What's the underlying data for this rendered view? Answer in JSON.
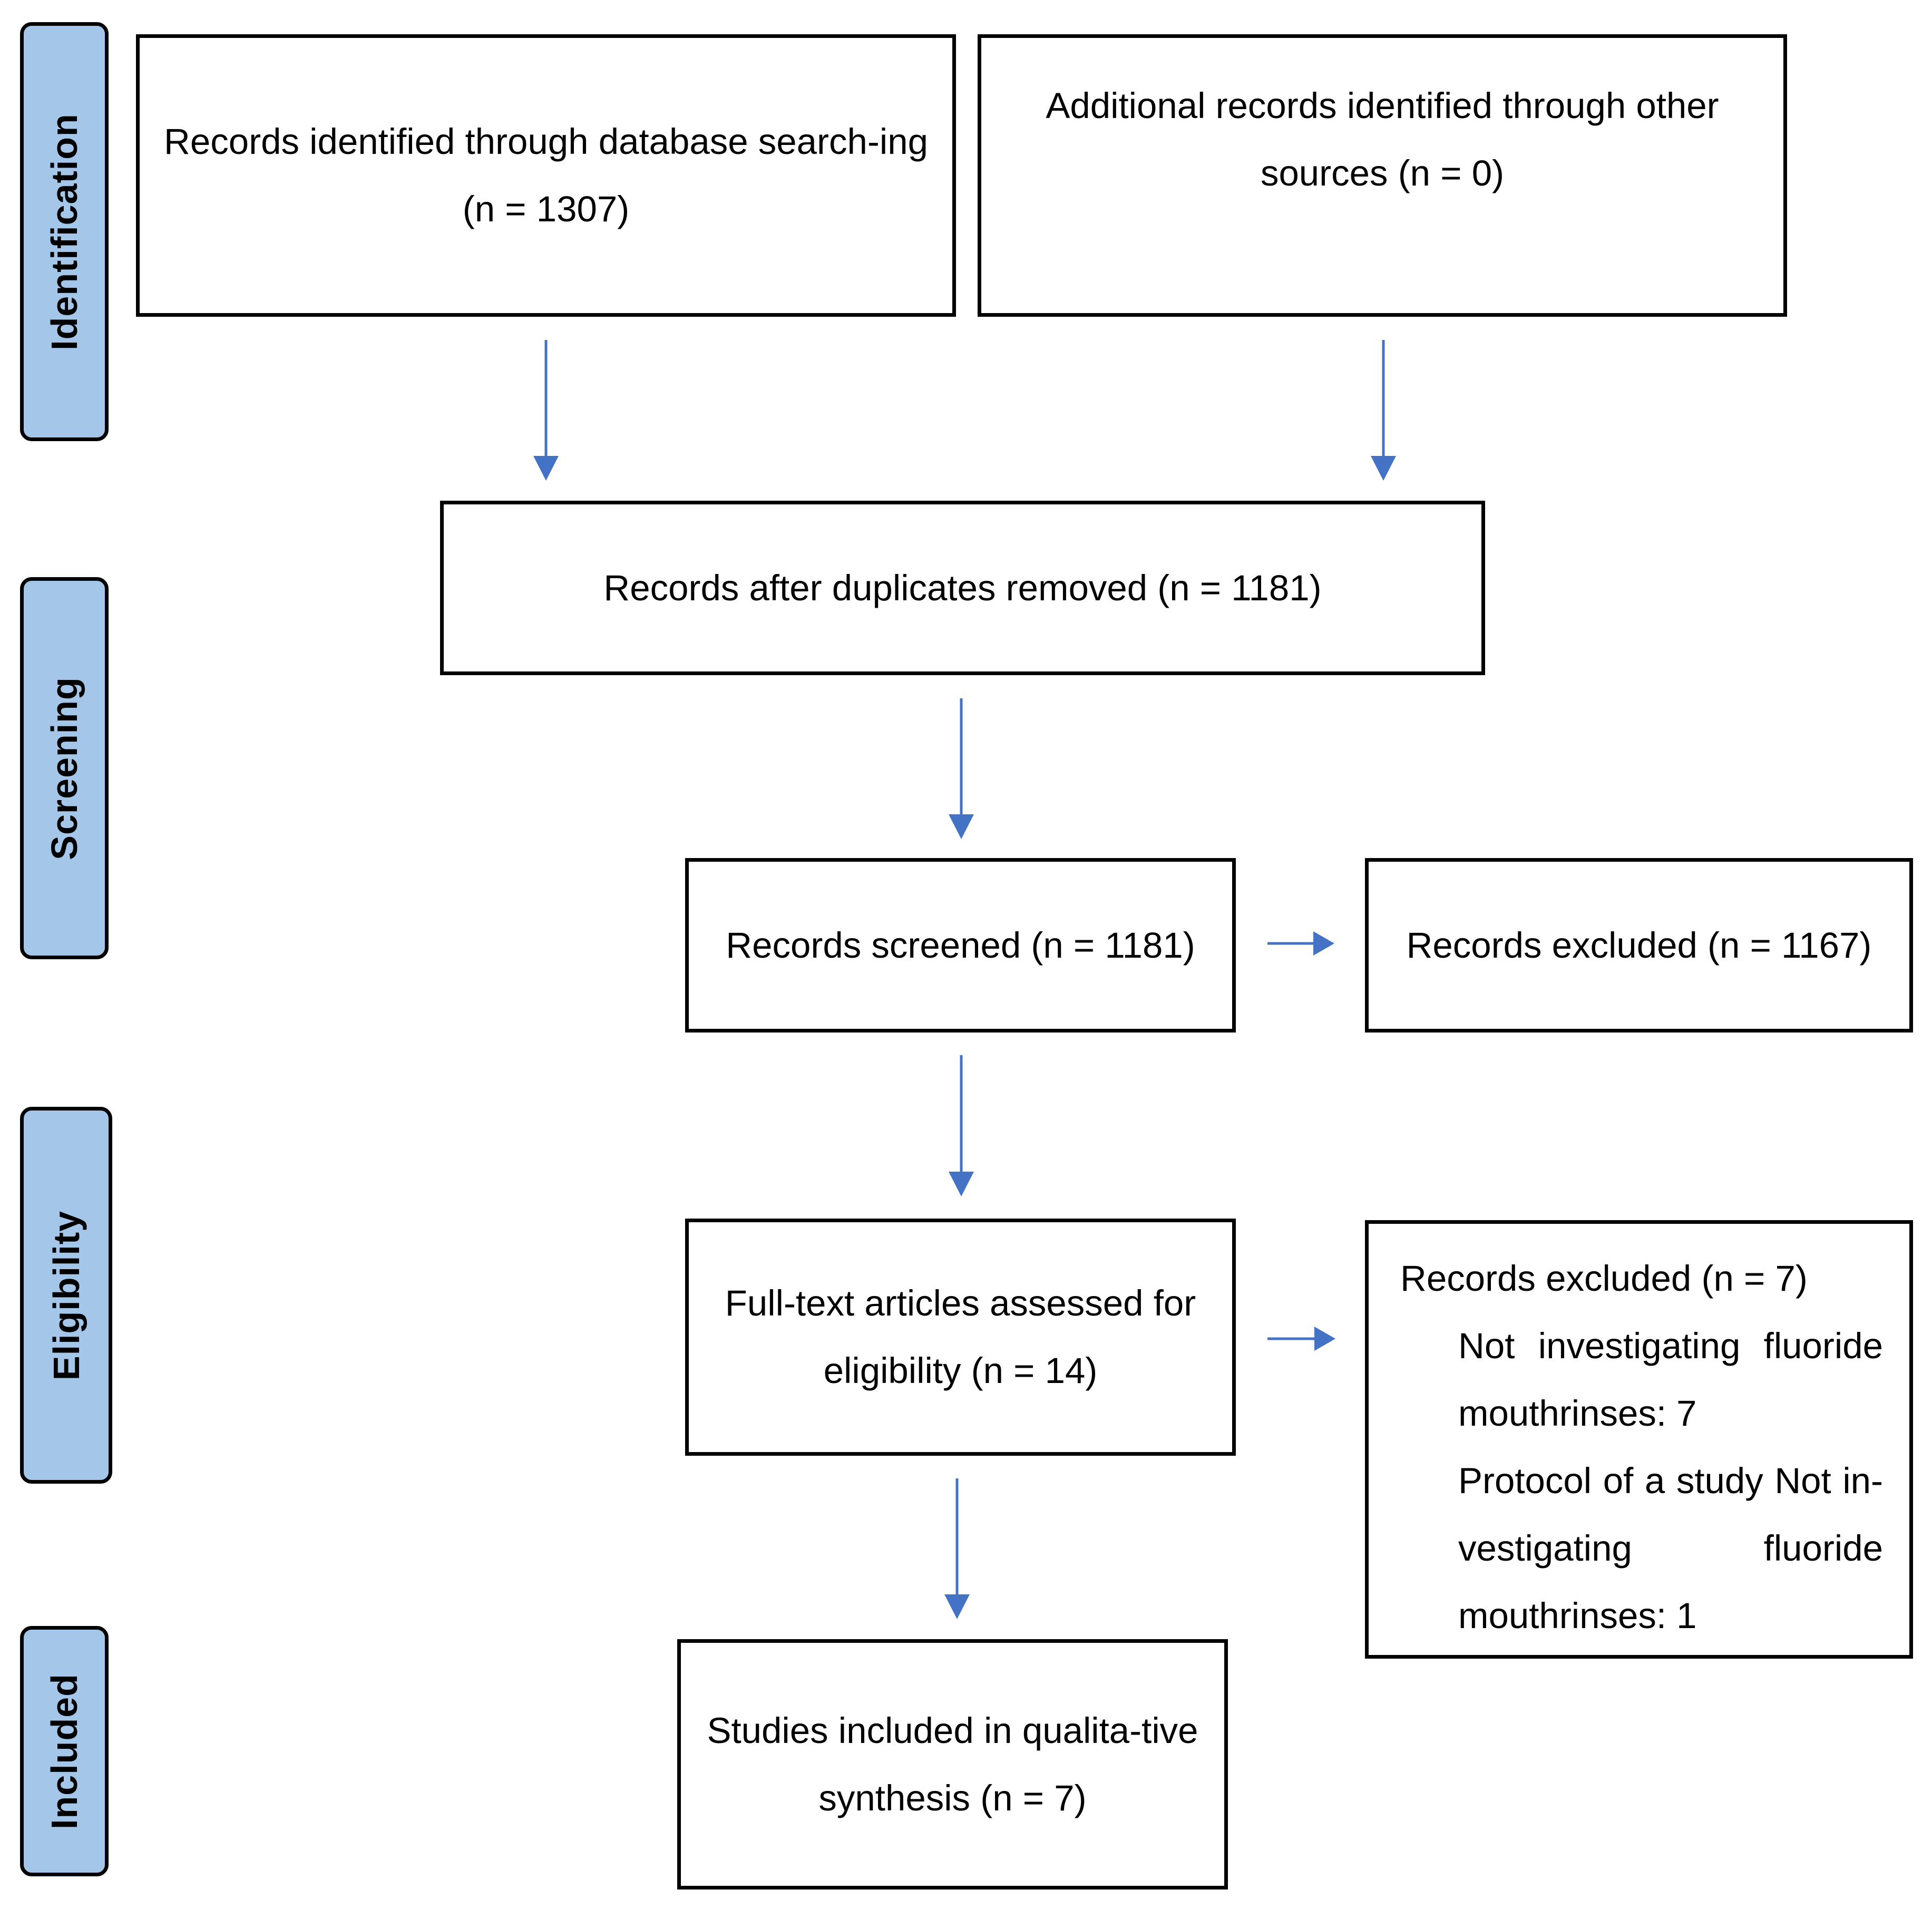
{
  "phases": {
    "identification": "Identification",
    "screening": "Screening",
    "eligibility": "Eligibility",
    "included": "Included"
  },
  "boxes": {
    "database_search": "Records identified through database search-ing (n = 1307)",
    "other_sources": "Additional records identified through other sources (n = 0)",
    "duplicates_removed": "Records after duplicates removed (n = 1181)",
    "screened": "Records screened (n = 1181)",
    "screened_excluded": "Records excluded (n = 1167)",
    "fulltext_assessed": "Full-text articles assessed for eligibility (n = 14)",
    "fulltext_excluded": {
      "heading": "Records excluded (n = 7)",
      "reason_1": "Not investigating fluoride mouthrinses: 7",
      "reason_2": "Protocol of a study Not in-vestigating fluoride mouthrinses: 1"
    },
    "included_synthesis": "Studies included in qualita-tive synthesis (n = 7)"
  },
  "colors": {
    "phase_fill": "#a4c6e8",
    "arrow": "#4472c4",
    "border": "#000000"
  }
}
